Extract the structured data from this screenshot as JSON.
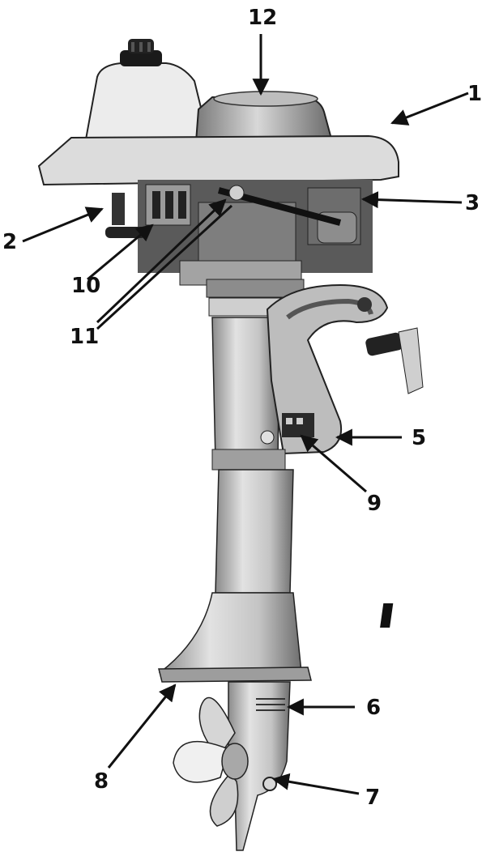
{
  "figure": {
    "subject": "outboard motor",
    "callouts": [
      {
        "id": "1",
        "label": "1"
      },
      {
        "id": "2",
        "label": "2"
      },
      {
        "id": "3",
        "label": "3"
      },
      {
        "id": "5",
        "label": "5"
      },
      {
        "id": "6",
        "label": "6"
      },
      {
        "id": "7",
        "label": "7"
      },
      {
        "id": "8",
        "label": "8"
      },
      {
        "id": "9",
        "label": "9"
      },
      {
        "id": "10",
        "label": "10"
      },
      {
        "id": "11",
        "label": "11"
      },
      {
        "id": "12",
        "label": "12"
      }
    ]
  },
  "colors": {
    "ink": "#111111",
    "motor_light": "#d4d4d4",
    "motor_mid": "#9a9a9a",
    "motor_dark": "#3a3a3a"
  }
}
